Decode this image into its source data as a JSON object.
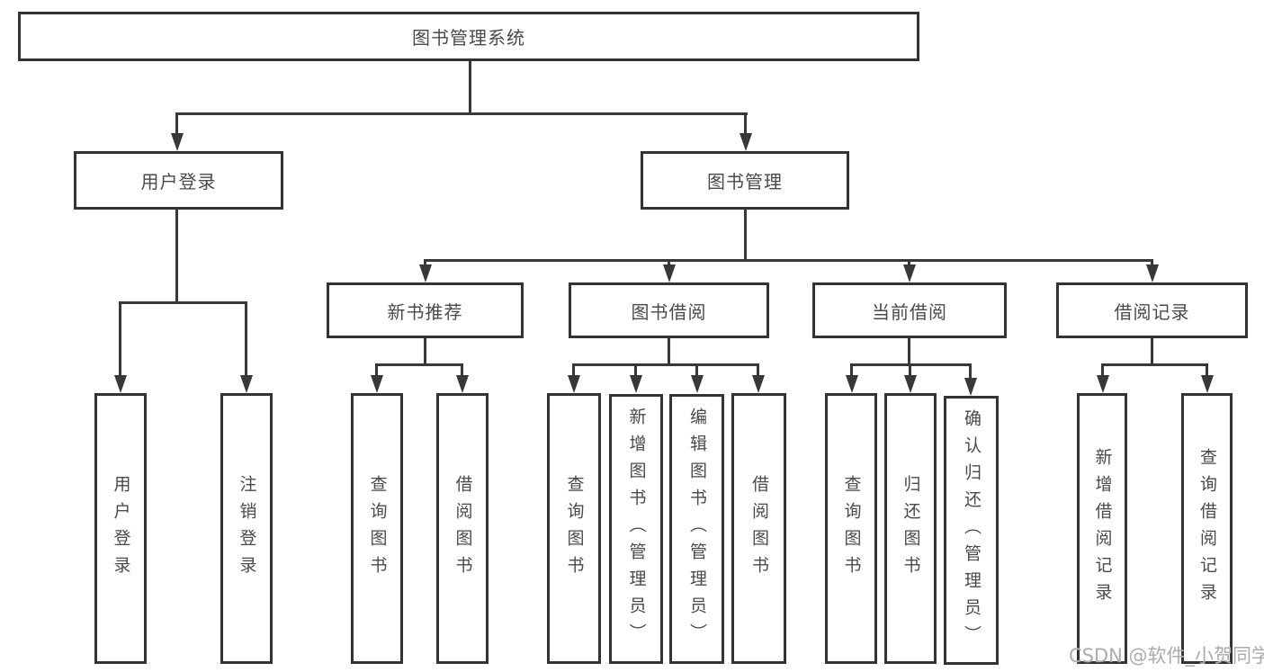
{
  "tree": {
    "root": {
      "label": "图书管理系统"
    },
    "level2": [
      {
        "label": "用户登录",
        "children": [
          {
            "label": "用户登录"
          },
          {
            "label": "注销登录"
          }
        ]
      },
      {
        "label": "图书管理",
        "children": [
          {
            "label": "新书推荐",
            "children": [
              {
                "label": "查询图书"
              },
              {
                "label": "借阅图书"
              }
            ]
          },
          {
            "label": "图书借阅",
            "children": [
              {
                "label": "查询图书"
              },
              {
                "label": "新增图书（管理员）"
              },
              {
                "label": "编辑图书（管理员）"
              },
              {
                "label": "借阅图书"
              }
            ]
          },
          {
            "label": "当前借阅",
            "children": [
              {
                "label": "查询图书"
              },
              {
                "label": "归还图书"
              },
              {
                "label": "确认归还（管理员）"
              }
            ]
          },
          {
            "label": "借阅记录",
            "children": [
              {
                "label": "新增借阅记录"
              },
              {
                "label": "查询借阅记录"
              }
            ]
          }
        ]
      }
    ]
  },
  "watermark": {
    "text": "CSDN @软件_小贺同学"
  },
  "colors": {
    "line": "#383838",
    "box_border": "#333333",
    "text": "#4a4a4a",
    "watermark": "#ababab",
    "background": "#ffffff"
  }
}
